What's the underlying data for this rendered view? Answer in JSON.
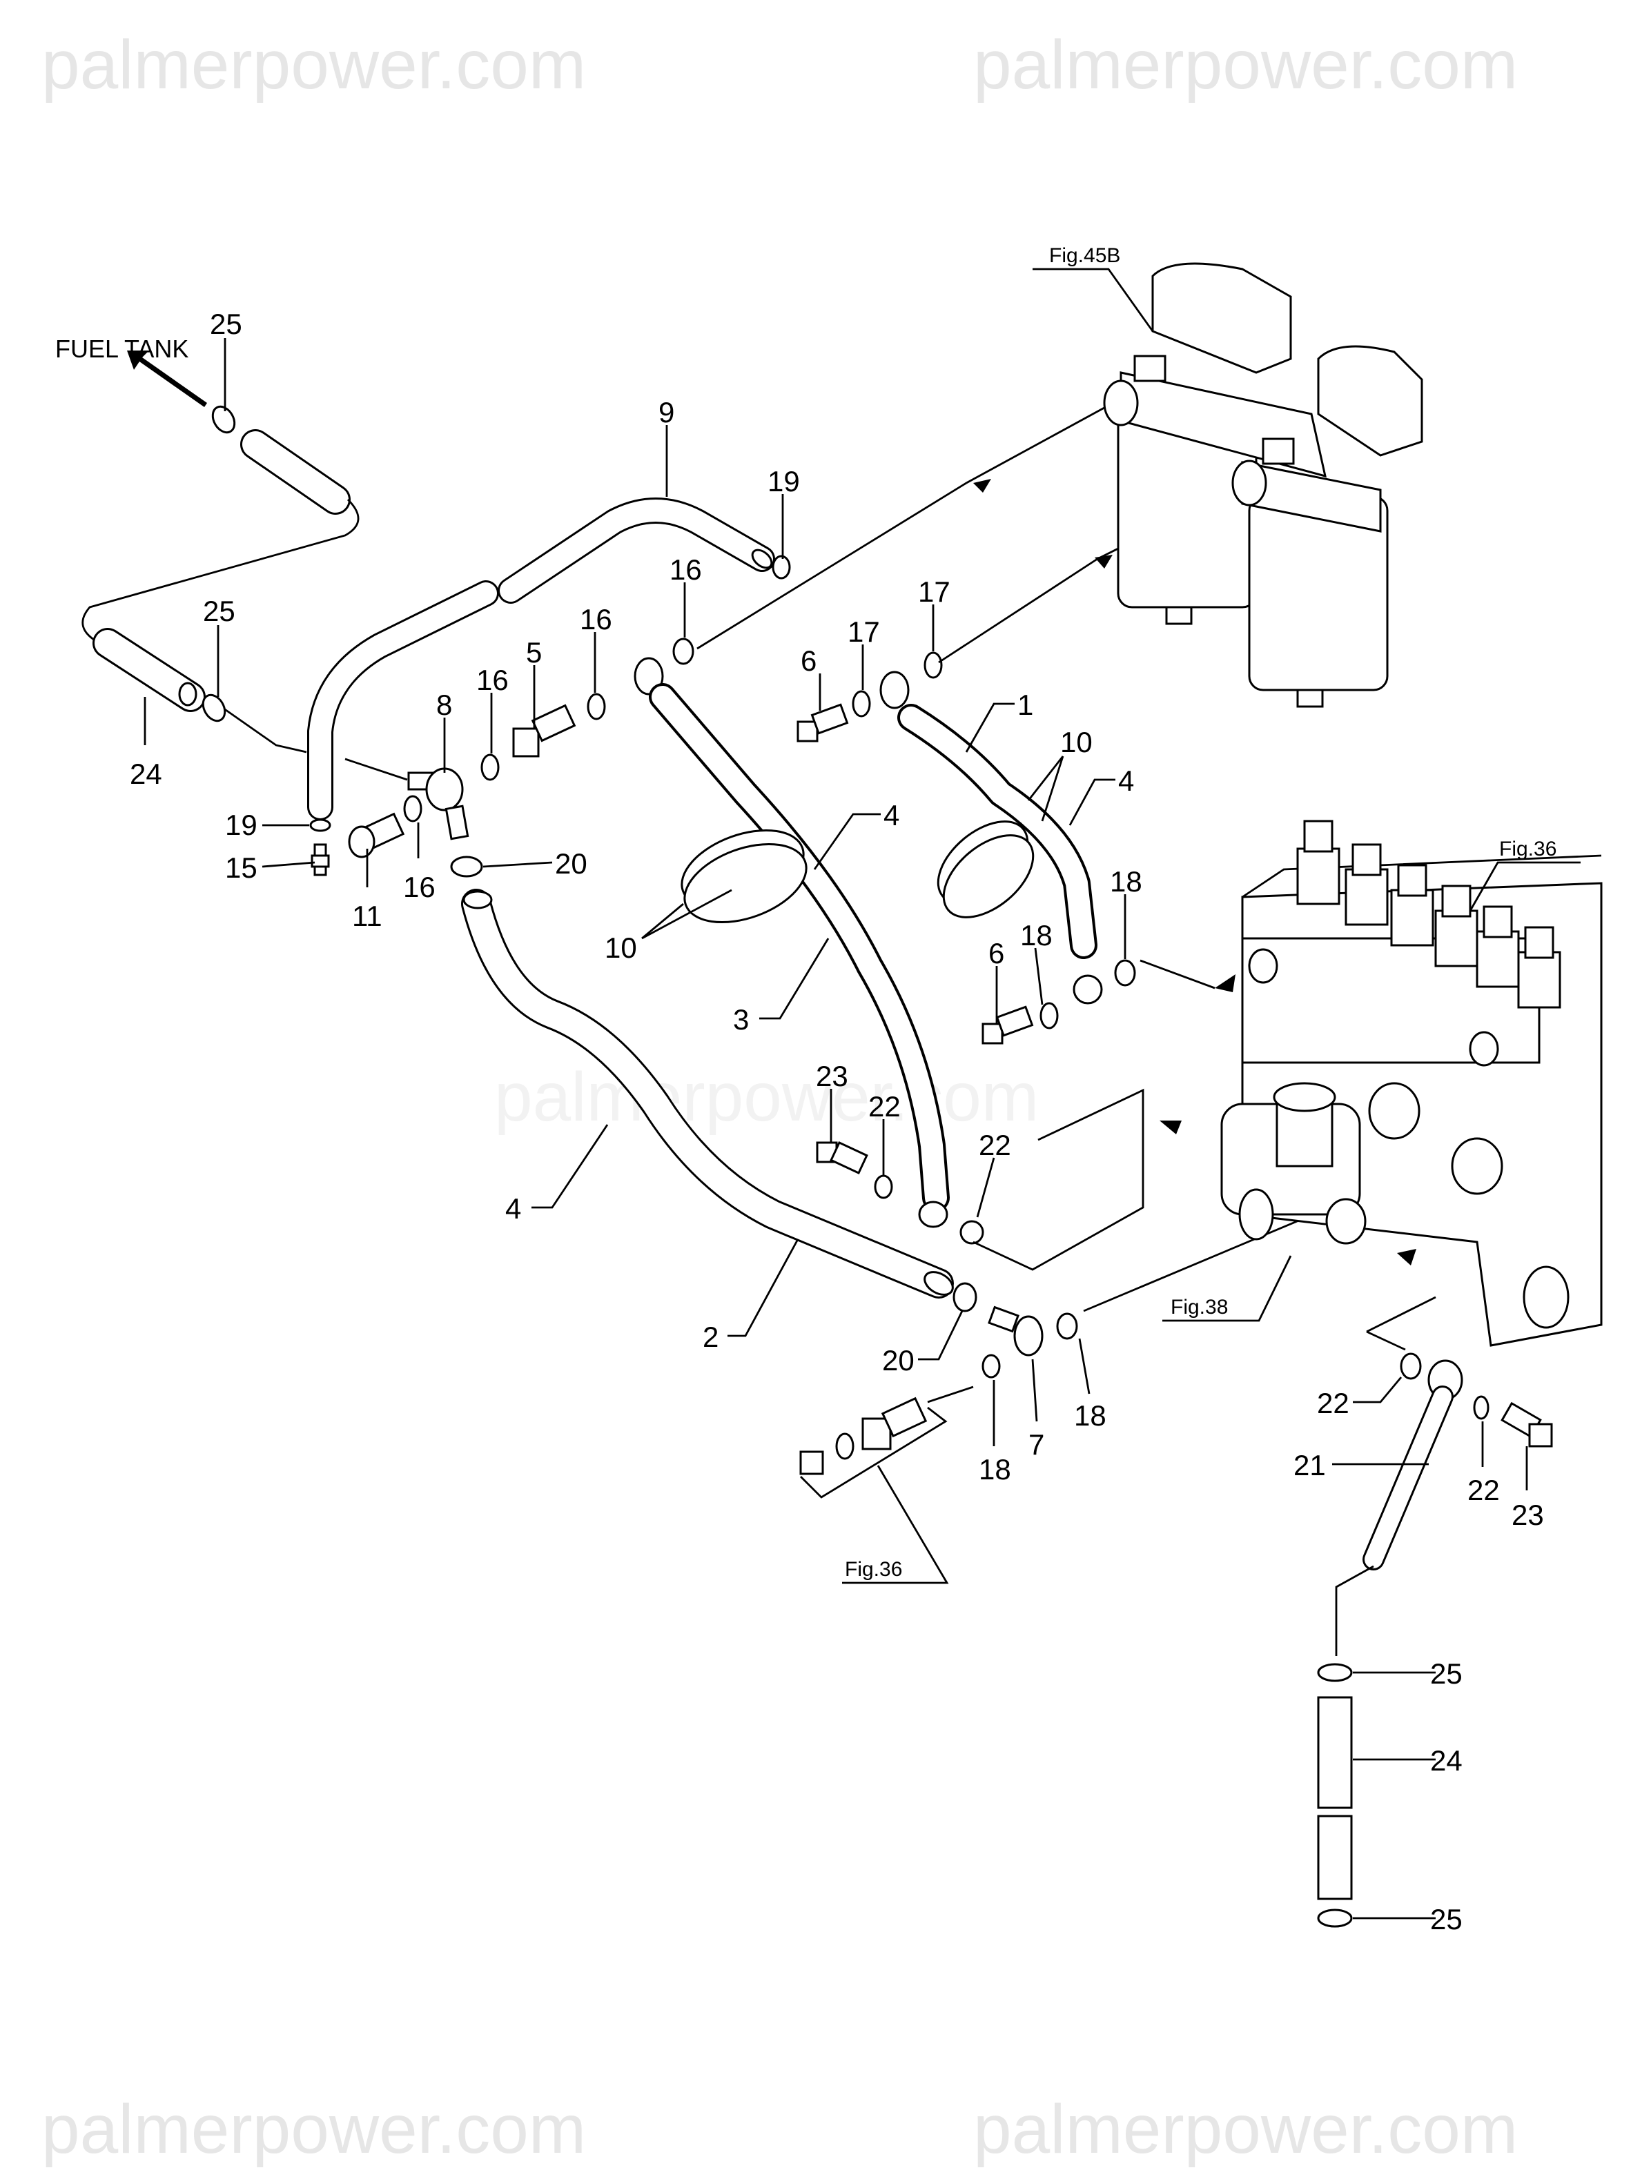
{
  "watermarks": [
    "palmerpower.com",
    "palmerpower.com",
    "palmerpower.com",
    "palmerpower.com",
    "palmerpower.com"
  ],
  "destination_label": "FUEL TANK",
  "figure_refs": {
    "filter": "Fig.45B",
    "pump_top": "Fig.36",
    "pump_valve": "Fig.38",
    "bottom": "Fig.36"
  },
  "callouts": {
    "c25a": "25",
    "c25b": "25",
    "c24a": "24",
    "c9": "9",
    "c19a": "19",
    "c16a": "16",
    "c16b": "16",
    "c5": "5",
    "c16c": "16",
    "c8": "8",
    "c19b": "19",
    "c15": "15",
    "c11": "11",
    "c16d": "16",
    "c20a": "20",
    "c6a": "6",
    "c17a": "17",
    "c17b": "17",
    "c1": "1",
    "c10a": "10",
    "c4a": "4",
    "c4b": "4",
    "c10b": "10",
    "c3": "3",
    "c18a": "18",
    "c18b": "18",
    "c6b": "6",
    "c23a": "23",
    "c22a": "22",
    "c22b": "22",
    "c4c": "4",
    "c2": "2",
    "c20b": "20",
    "c7": "7",
    "c18c": "18",
    "c18d": "18",
    "c22c": "22",
    "c21": "21",
    "c22d": "22",
    "c23b": "23",
    "c25c": "25",
    "c24b": "24",
    "c25d": "25"
  }
}
